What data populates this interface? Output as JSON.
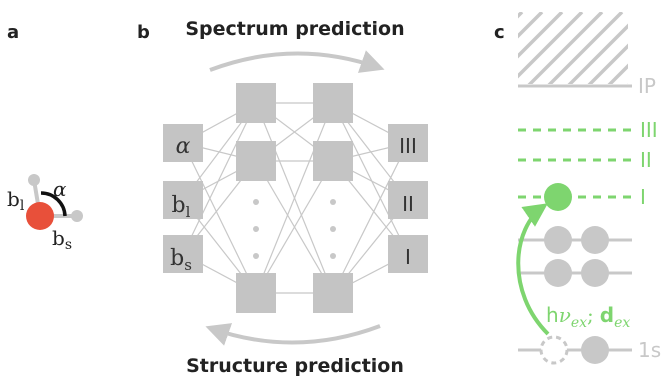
{
  "panels": {
    "a": "a",
    "b": "b",
    "c": "c"
  },
  "panel_b": {
    "top_title": "Spectrum prediction",
    "bottom_title": "Structure prediction",
    "inputs": [
      "α",
      "b",
      "b"
    ],
    "input_subscripts": [
      "",
      "l",
      "s"
    ],
    "outputs": [
      "III",
      "II",
      "I"
    ],
    "ellipsis": "⋮"
  },
  "panel_a": {
    "angle_label": "α",
    "bond_long": "b",
    "bond_long_sub": "l",
    "bond_short": "b",
    "bond_short_sub": "s"
  },
  "panel_c": {
    "ionization_label": "IP",
    "levels": [
      "III",
      "II",
      "I"
    ],
    "core_label": "1s",
    "transition_label": {
      "h": "h",
      "nu": "ν",
      "nu_sub": "ex",
      "sep": ";",
      "d": "d",
      "d_sub": "ex"
    }
  },
  "colors": {
    "gray": "#c8c8c8",
    "box": "#c4c4c4",
    "green": "#7ED56F",
    "red": "#E8503A",
    "text": "#222222"
  }
}
